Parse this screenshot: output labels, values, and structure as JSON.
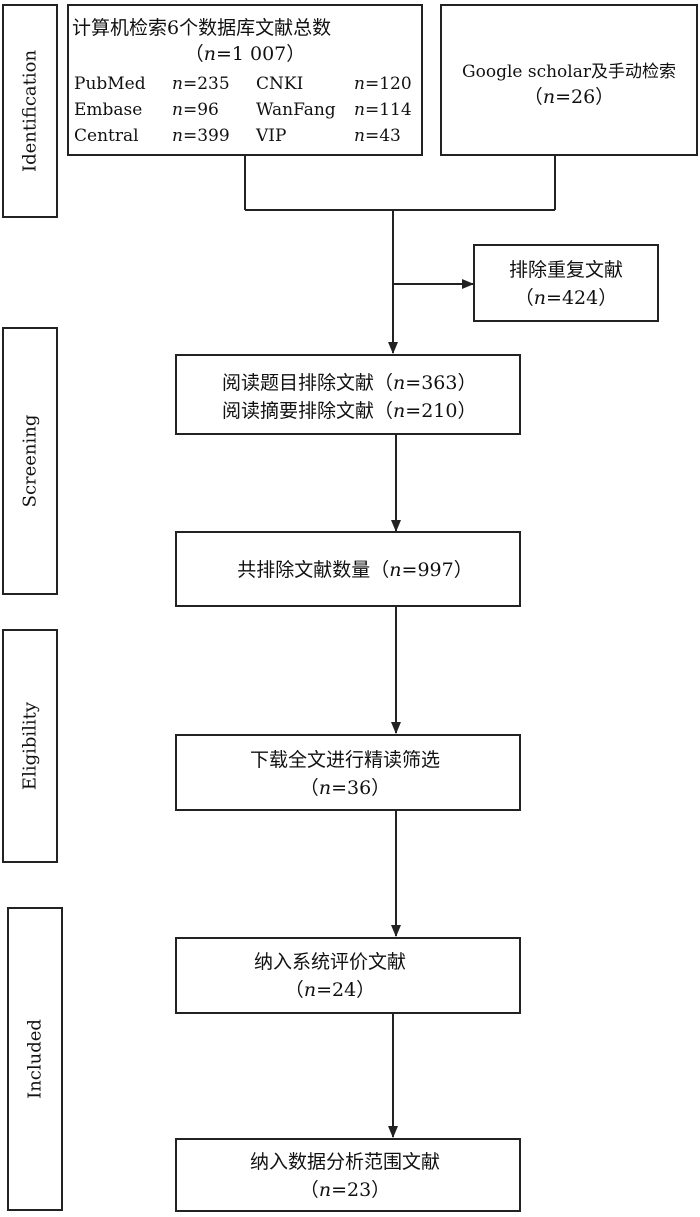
{
  "stages": {
    "identification": "Identification",
    "screening": "Screening",
    "eligibility": "Eligibility",
    "included": "Included"
  },
  "db_box": {
    "title": "计算机检索6个数据库文献总数",
    "total_n": "=1 007",
    "rows": [
      [
        {
          "name": "PubMed",
          "n": "=235"
        },
        {
          "name": "CNKI",
          "n": "=120"
        }
      ],
      [
        {
          "name": "Embase",
          "n": "=96"
        },
        {
          "name": "WanFang",
          "n": "=114"
        }
      ],
      [
        {
          "name": "Central",
          "n": "=399"
        },
        {
          "name": "VIP",
          "n": "=43"
        }
      ]
    ]
  },
  "other_box": {
    "title": "Google scholar及手动检索",
    "n": "=26"
  },
  "dup_box": {
    "title": "排除重复文献",
    "n": "=424"
  },
  "screen_box": {
    "line1_label": "阅读题目排除文献",
    "line1_n": "=363",
    "line2_label": "阅读摘要排除文献",
    "line2_n": "=210"
  },
  "excluded_box": {
    "label": "共排除文献数量",
    "n": "=997"
  },
  "fulltext_box": {
    "title": "下载全文进行精读筛选",
    "n": "=36"
  },
  "sr_box": {
    "title": "纳入系统评价文献",
    "n": "=24"
  },
  "ma_box": {
    "title": "纳入数据分析范围文献",
    "n": "=23"
  },
  "symbols": {
    "n": "n",
    "open_paren": "（",
    "close_paren": "）"
  }
}
